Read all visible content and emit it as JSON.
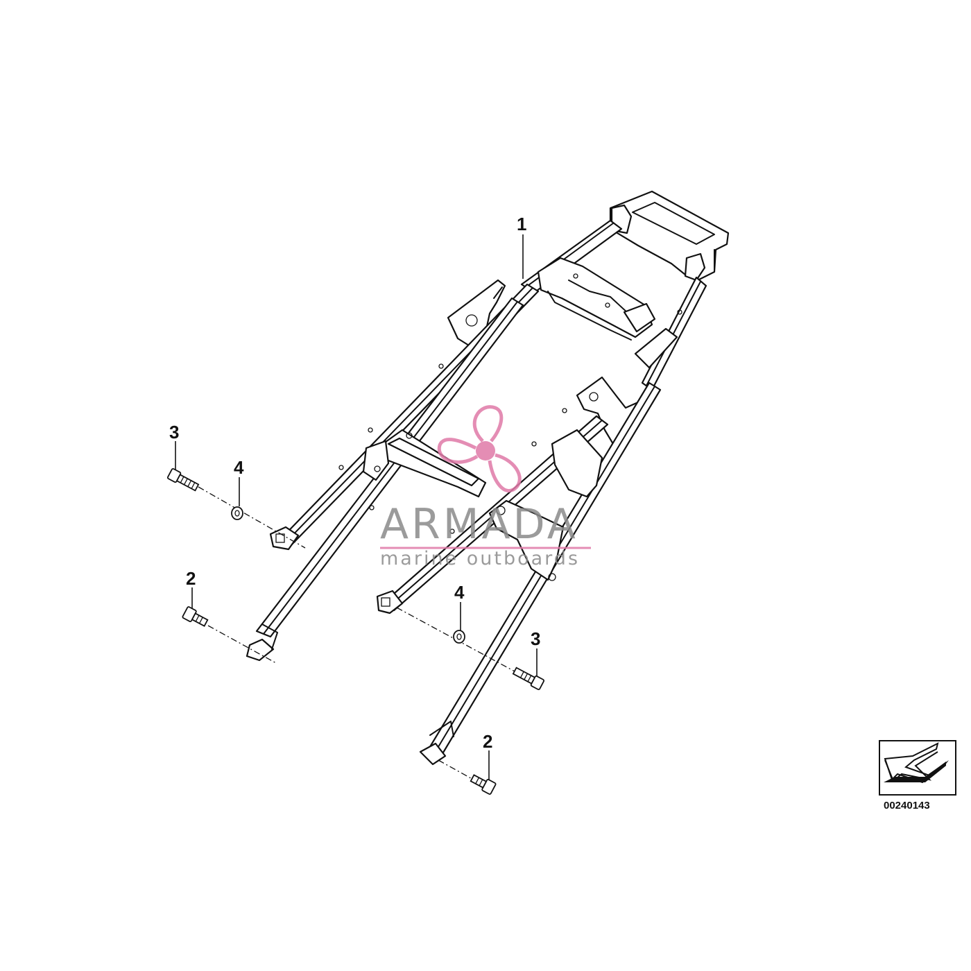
{
  "diagram": {
    "callouts": {
      "frame": "1",
      "bolt_left_upper": "3",
      "washer_left": "4",
      "bolt_left_lower": "2",
      "washer_right": "4",
      "bolt_right_upper": "3",
      "bolt_right_lower": "2"
    },
    "reference_code": "00240143",
    "watermark": {
      "brand": "ARMADA",
      "tagline": "marine outboards",
      "color": "#e07aa8"
    },
    "parts": [
      "rear-frame-icon",
      "hex-bolt-icon",
      "washer-icon",
      "orientation-arrow-icon"
    ]
  }
}
